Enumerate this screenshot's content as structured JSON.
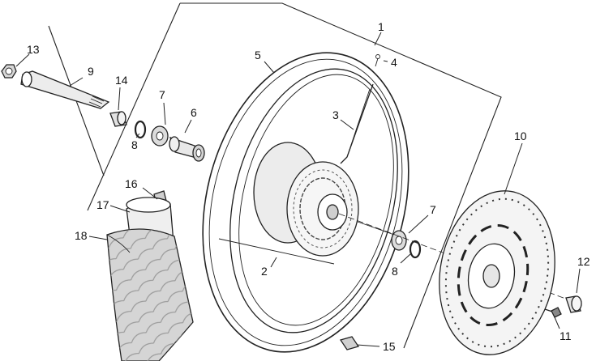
{
  "diagram": {
    "part_numbers": {
      "p1": "1",
      "p2": "2",
      "p3": "3",
      "p4": "4",
      "p5": "5",
      "p6": "6",
      "p7a": "7",
      "p7b": "7",
      "p8a": "8",
      "p8b": "8",
      "p9": "9",
      "p10": "10",
      "p11": "11",
      "p12": "12",
      "p13": "13",
      "p14": "14",
      "p15": "15",
      "p16": "16",
      "p17": "17",
      "p18": "18"
    },
    "icons": {
      "p1": "wheel-assembly-frame",
      "p2": "spoke",
      "p3": "spoke",
      "p4": "valve",
      "p5": "rim",
      "p6": "spacer",
      "p7": "bearing",
      "p8": "circlip",
      "p9": "wheel-axle",
      "p10": "brake-disc",
      "p11": "disc-screw",
      "p12": "spacer-bush",
      "p13": "axle-nut",
      "p14": "spacer",
      "p15": "balancing-weight",
      "p16": "rim-band-tag",
      "p17": "inner-tube",
      "p18": "tyre",
      "hub": "wheel-hub"
    },
    "colors": {
      "ink": "#222222",
      "tyre": "#d5d5d5",
      "tube": "#efefef",
      "disc": "#f4f4f4"
    }
  }
}
